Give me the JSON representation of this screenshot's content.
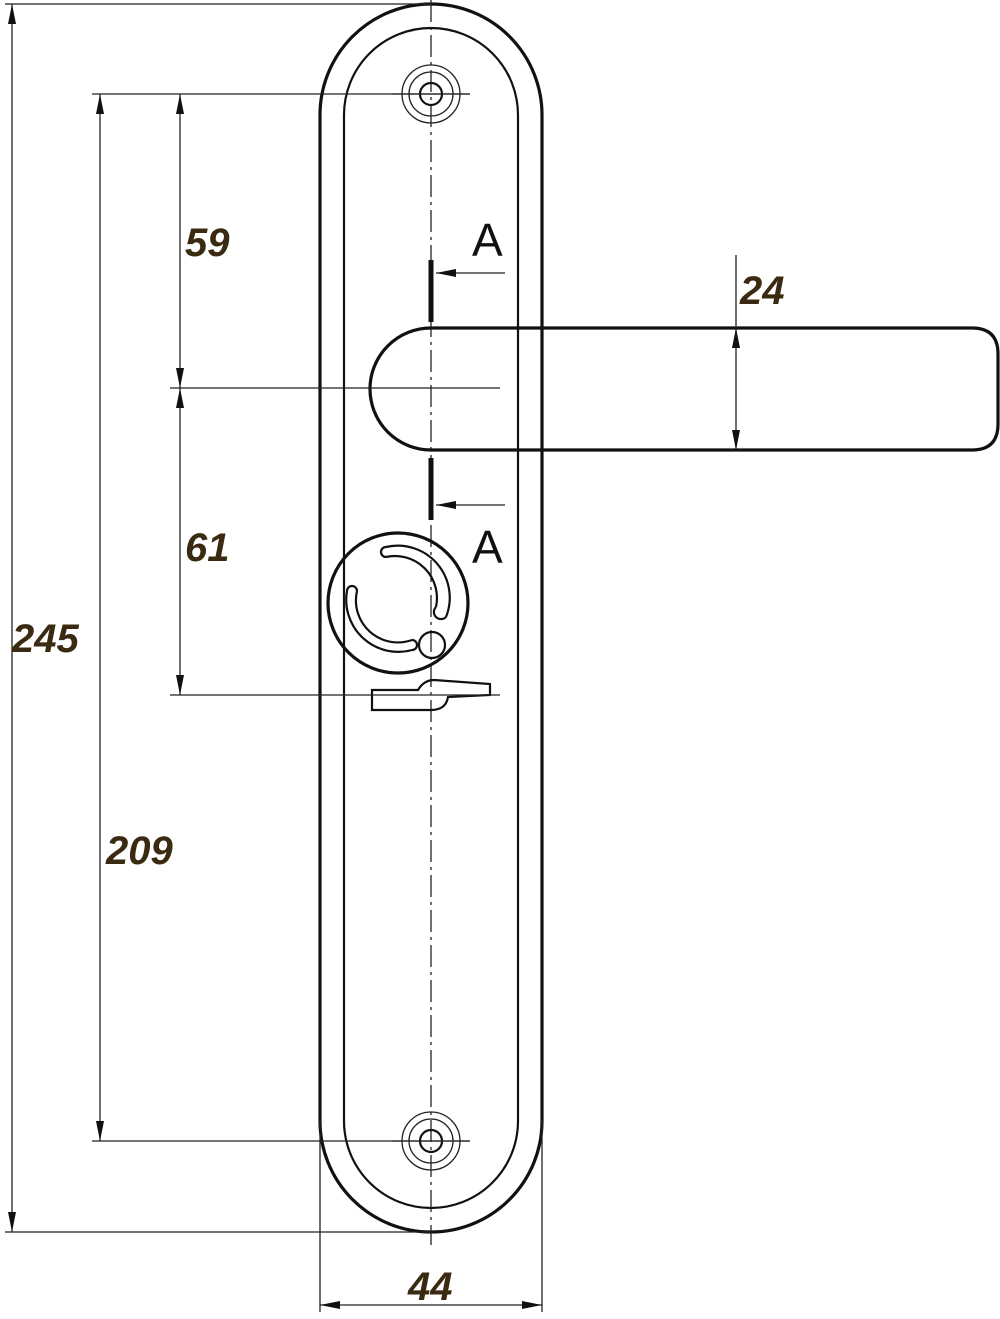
{
  "dimensions": {
    "overall_height": "245",
    "screw_spacing": "209",
    "top_to_handle": "59",
    "handle_to_turn": "61",
    "plate_width": "44",
    "lever_height": "24"
  },
  "section_marks": {
    "top": "A",
    "bottom": "A"
  },
  "colors": {
    "lines": "#111111",
    "dimension_text": "#3a2a12",
    "background": "#ffffff"
  }
}
